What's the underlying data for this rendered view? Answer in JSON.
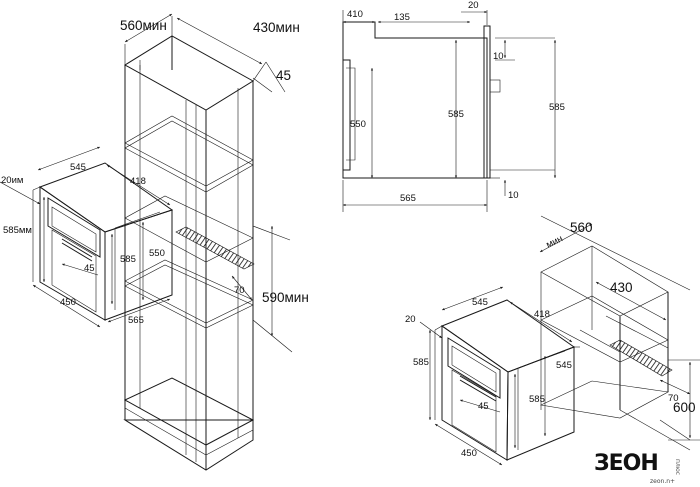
{
  "tall_unit": {
    "width": "560мин",
    "depth": "430мин",
    "top_offset": "45",
    "cutout_height": "590мин",
    "vent_depth": "70"
  },
  "oven_left": {
    "top_gap": "20им",
    "top_depth": "545",
    "depth": "418",
    "height_front": "585мм",
    "height_side": "585",
    "height_inner": "550",
    "handle": "45",
    "width": "450",
    "full_depth": "565"
  },
  "side_view": {
    "d1": "410",
    "d2": "135",
    "d3": "20",
    "d4": "10",
    "h_inner": "550",
    "h_mid": "585",
    "h_right": "585",
    "d5": "10",
    "total": "565"
  },
  "cabinet_right": {
    "width_prefix": "мин",
    "width": "560",
    "depth": "430",
    "height": "600",
    "vent_depth": "70"
  },
  "oven_right": {
    "top_gap": "20",
    "top_depth": "545",
    "depth": "418",
    "height_front": "585",
    "height_side": "585",
    "height_right": "545",
    "handle": "45",
    "width": "450"
  },
  "logo": {
    "brand": "ЗЕОН",
    "sub": "плюс",
    "tag": "zeon.n+"
  }
}
